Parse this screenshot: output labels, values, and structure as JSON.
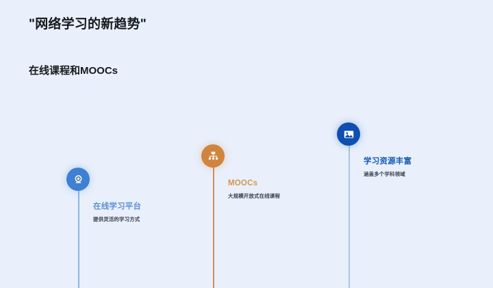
{
  "slide": {
    "background_color": "#e9f0fb",
    "title": "\"网络学习的新趋势\"",
    "subtitle": "在线课程和MOOCs"
  },
  "timeline": {
    "items": [
      {
        "label": "在线学习平台",
        "description": "提供灵活的学习方式",
        "icon": "webcam-icon",
        "node_color": "#3f7fd4",
        "label_color": "#5d8fd1",
        "line_color": "#8ab4e8"
      },
      {
        "label": "MOOCs",
        "description": "大规模开放式在线课程",
        "icon": "sitemap-icon",
        "node_color": "#d1843e",
        "label_color": "#d2974f",
        "line_color": "#d88a54"
      },
      {
        "label": "学习资源丰富",
        "description": "涵盖多个学科领域",
        "icon": "image-icon",
        "node_color": "#0e4fb0",
        "label_color": "#1458b6",
        "line_color": "#a8c4e6"
      }
    ]
  }
}
